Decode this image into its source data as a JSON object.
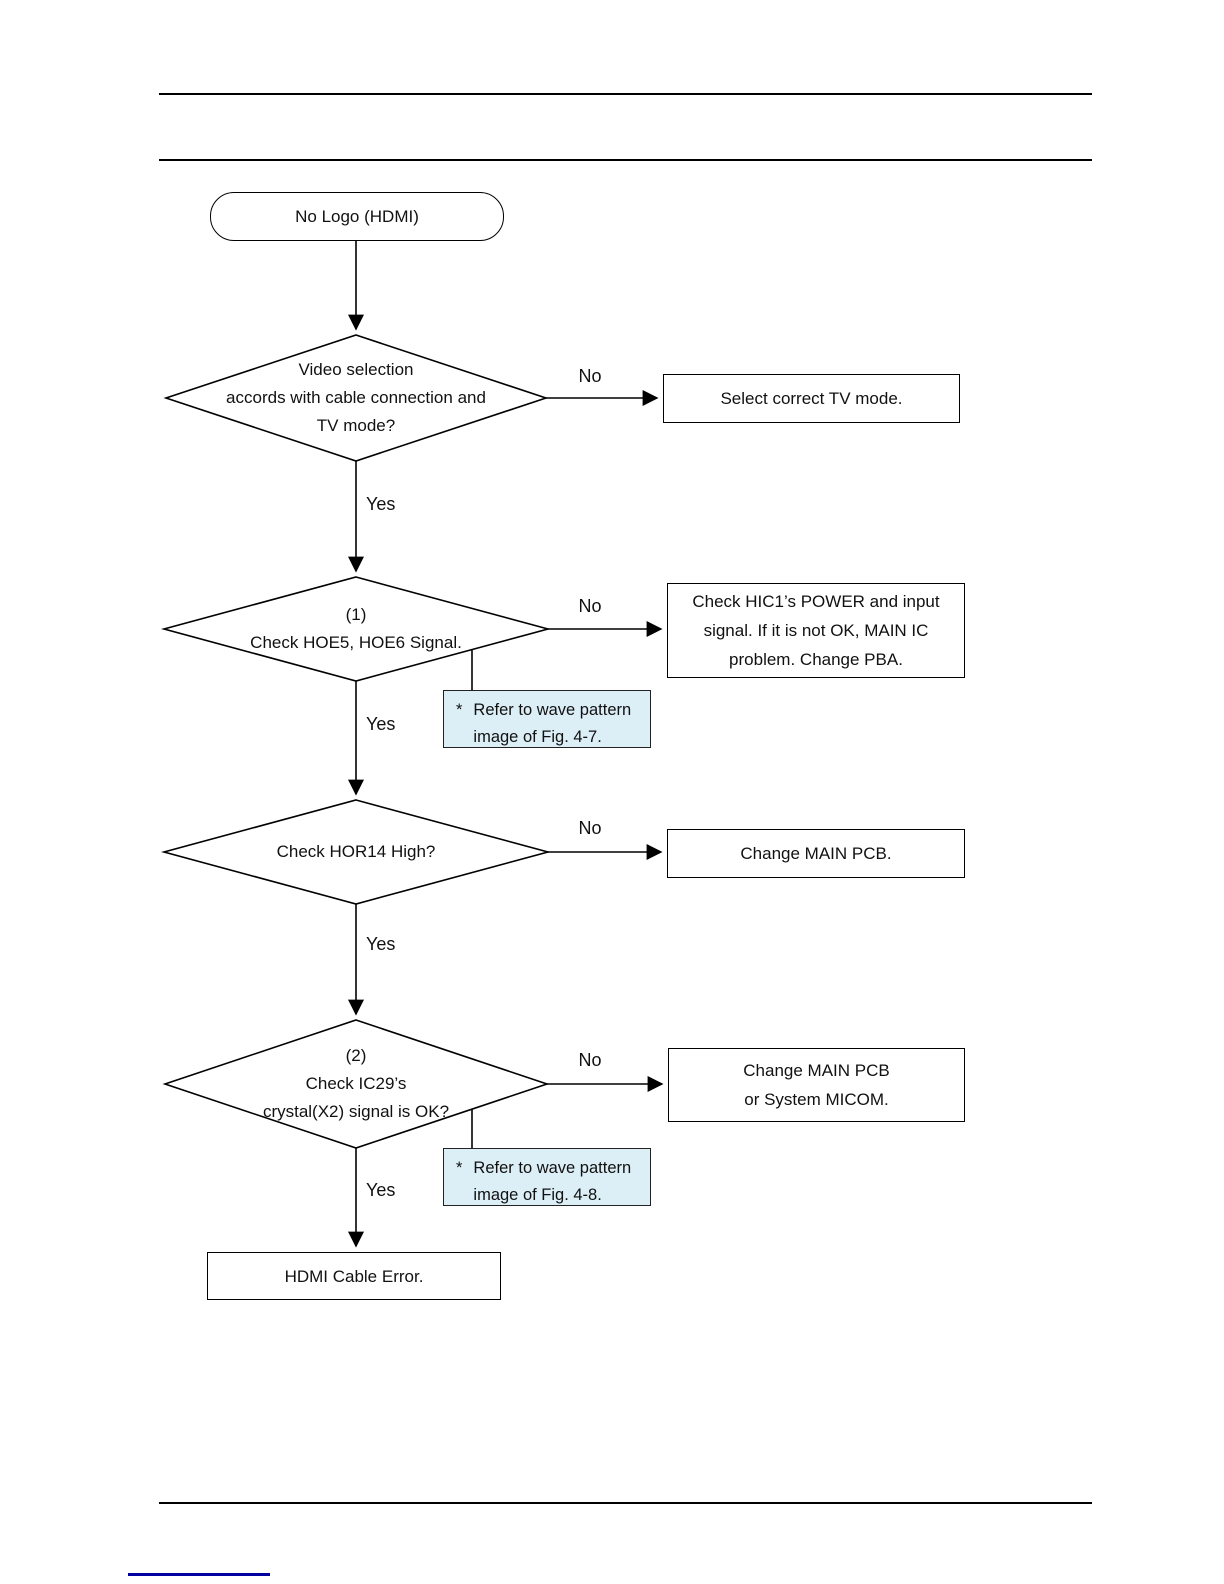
{
  "colors": {
    "note_bg": "#dceef6",
    "line": "#000000",
    "link_line": "#0000a0"
  },
  "labels": {
    "yes": "Yes",
    "no": "No"
  },
  "start": {
    "label": "No Logo (HDMI)"
  },
  "decision1": {
    "line1": "Video selection",
    "line2": "accords with cable connection and",
    "line3": "TV mode?"
  },
  "action1": {
    "line1": "Select correct TV mode."
  },
  "decision2": {
    "line1": "(1)",
    "line2": "Check HOE5, HOE6 Signal."
  },
  "action2": {
    "line1": "Check HIC1’s POWER and input",
    "line2": "signal. If it is not OK, MAIN IC",
    "line3": "problem. Change PBA."
  },
  "note1": {
    "marker": "*",
    "line1": "Refer to wave pattern",
    "line2": "image of Fig. 4-7."
  },
  "decision3": {
    "line1": "Check HOR14 High?"
  },
  "action3": {
    "line1": "Change MAIN PCB."
  },
  "decision4": {
    "line1": "(2)",
    "line2": "Check IC29’s",
    "line3": "crystal(X2) signal is OK?"
  },
  "action4": {
    "line1": "Change MAIN PCB",
    "line2": "or System MICOM."
  },
  "note2": {
    "marker": "*",
    "line1": "Refer to wave pattern",
    "line2": "image of Fig. 4-8."
  },
  "end": {
    "label": "HDMI Cable Error."
  }
}
